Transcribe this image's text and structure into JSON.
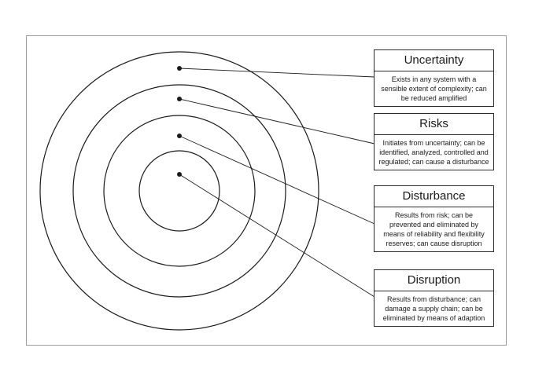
{
  "boxes": [
    {
      "title": "Uncertainty",
      "text": "Exists in any system with a sensible extent of complexity; can be reduced amplified"
    },
    {
      "title": "Risks",
      "text": "Initiates from uncertainty; can be identified, analyzed, controlled and regulated; can cause a disturbance"
    },
    {
      "title": "Disturbance",
      "text": "Results from risk; can be prevented and eliminated by means of reliability and flexibility reserves; can cause disruption"
    },
    {
      "title": "Disruption",
      "text": "Results from disturbance; can damage a supply chain; can be eliminated by means of adaption"
    }
  ],
  "colors": {
    "line": "#1a1a1a",
    "frame": "#9a9a9a"
  }
}
